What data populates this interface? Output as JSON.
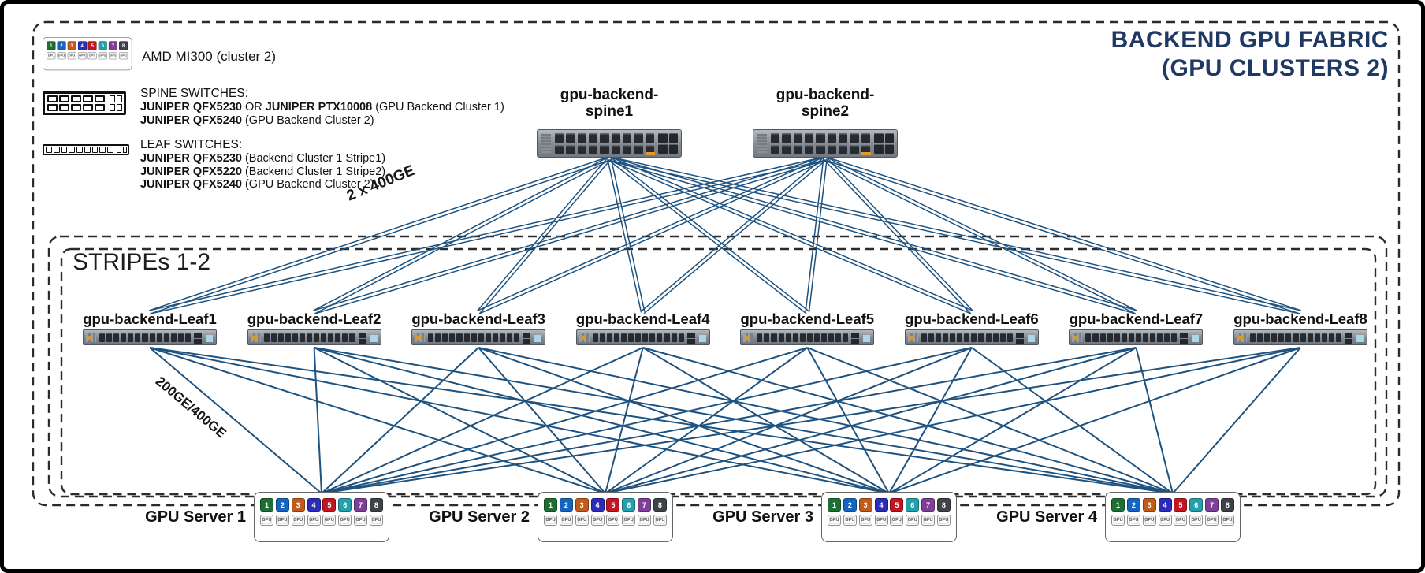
{
  "title": {
    "line1": "BACKEND GPU FABRIC",
    "line2": "(GPU CLUSTERS 2)"
  },
  "legend": {
    "server_label": "AMD MI300 (cluster 2)",
    "spine_heading": "SPINE SWITCHES:",
    "spine_rows": [
      [
        {
          "text": "JUNIPER QFX5230",
          "bold": true
        },
        {
          "text": " OR ",
          "bold": false
        },
        {
          "text": "JUNIPER PTX10008",
          "bold": true
        },
        {
          "text": " (GPU Backend Cluster 1)",
          "bold": false
        }
      ],
      [
        {
          "text": "JUNIPER QFX5240",
          "bold": true
        },
        {
          "text": " (GPU Backend Cluster 2)",
          "bold": false
        }
      ]
    ],
    "leaf_heading": "LEAF SWITCHES:",
    "leaf_rows": [
      [
        {
          "text": "JUNIPER QFX5230",
          "bold": true
        },
        {
          "text": " (Backend Cluster 1 Stripe1)",
          "bold": false
        }
      ],
      [
        {
          "text": "JUNIPER QFX5220",
          "bold": true
        },
        {
          "text": " (Backend Cluster 1 Stripe2)",
          "bold": false
        }
      ],
      [
        {
          "text": "JUNIPER QFX5240",
          "bold": true
        },
        {
          "text": " (GPU Backend Cluster 2)",
          "bold": false
        }
      ]
    ]
  },
  "region_label": "STRIPEs 1-2",
  "link_labels": {
    "spine_leaf": "2 x 400GE",
    "leaf_server": "200GE/400GE"
  },
  "spines": [
    "gpu-backend-spine1",
    "gpu-backend-spine2"
  ],
  "leaves": [
    "gpu-backend-Leaf1",
    "gpu-backend-Leaf2",
    "gpu-backend-Leaf3",
    "gpu-backend-Leaf4",
    "gpu-backend-Leaf5",
    "gpu-backend-Leaf6",
    "gpu-backend-Leaf7",
    "gpu-backend-Leaf8"
  ],
  "servers": [
    "GPU Server 1",
    "GPU Server 2",
    "GPU Server 3",
    "GPU Server 4"
  ],
  "gpu_module": {
    "chip_numbers": [
      "1",
      "2",
      "3",
      "4",
      "5",
      "6",
      "7",
      "8"
    ],
    "chip_colors": [
      "#1d6f34",
      "#1565c0",
      "#c25a1a",
      "#2c2cb8",
      "#c11622",
      "#23a0ab",
      "#7d3f98",
      "#3f4347"
    ],
    "chip_sub_label": "GPU"
  },
  "colors": {
    "title": "#1f3864",
    "link": "#1e527f",
    "dash": "#2b2b2b"
  }
}
